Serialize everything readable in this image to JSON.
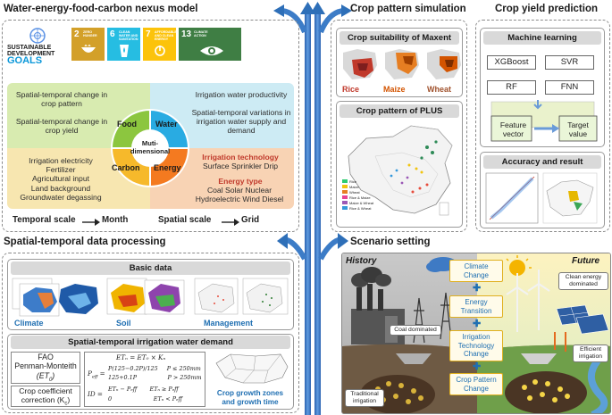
{
  "nexus": {
    "title": "Water-energy-food-carbon nexus model",
    "sdg_logo_line1": "SUSTAINABLE",
    "sdg_logo_line2": "DEVELOPMENT",
    "sdg_logo_line3": "GOALS",
    "sdg_tiles": [
      {
        "num": "2",
        "label": "ZERO HUNGER",
        "color": "#D3A029"
      },
      {
        "num": "6",
        "label": "CLEAN WATER AND SANITATION",
        "color": "#26BDE2"
      },
      {
        "num": "7",
        "label": "AFFORDABLE AND CLEAN ENERGY",
        "color": "#FCC30B"
      },
      {
        "num": "13",
        "label": "CLIMATE ACTION",
        "color": "#3F7E44"
      }
    ],
    "food_text_1": "Spatial-temporal change in crop pattern",
    "food_text_2": "Spatial-temporal change in crop yield",
    "water_text_1": "Irrigation water productivity",
    "water_text_2": "Spatial-temporal variations in irrigation water supply and demand",
    "carbon_text": "Irrigation electricity\nFertilizer\nAgricultural input\nLand background\nGroundwater degassing",
    "energy_head_1": "Irrigation technology",
    "energy_text_1": "Surface Sprinkler Drip",
    "energy_head_2": "Energy type",
    "energy_text_2": "Coal Solar Nuclear\nHydroelectric Wind Diesel",
    "circle_food": "Food",
    "circle_water": "Water",
    "circle_carbon": "Carbon",
    "circle_energy": "Energy",
    "circle_center": "Muti-\ndimensional",
    "temporal_scale": "Temporal scale",
    "month": "Month",
    "spatial_scale": "Spatial scale",
    "grid": "Grid"
  },
  "crop_sim": {
    "title": "Crop pattern simulation",
    "maxent_header": "Crop suitability of Maxent",
    "crops": [
      "Rice",
      "Maize",
      "Wheat"
    ],
    "plus_header": "Crop pattern of PLUS",
    "legend": [
      "Rice",
      "Maize",
      "Wheat",
      "Rice & Maize",
      "Maize & Wheat",
      "Rice & Wheat"
    ]
  },
  "yield": {
    "title": "Crop yield prediction",
    "ml_header": "Machine learning",
    "models": [
      "XGBoost",
      "SVR",
      "RF",
      "FNN"
    ],
    "feature": "Feature\nvector",
    "target": "Target\nvalue",
    "accuracy_header": "Accuracy and result"
  },
  "processing": {
    "title": "Spatial-temporal data processing",
    "basic_header": "Basic data",
    "climate": "Climate",
    "soil": "Soil",
    "management": "Management",
    "demand_header": "Spatial-temporal irrigation water demand",
    "fao": "FAO\nPenman-Monteith",
    "et0": "(ET",
    "et0_sub": "0",
    "et0_close": ")",
    "kc_label": "Crop coefficient\ncorrection (K",
    "kc_sub": "c",
    "kc_close": ")",
    "eq_etc": "ETₙ = ET₀ × Kₙ",
    "eq_peff_1": "P(125−0.2P)/125     P ≤ 250mm",
    "eq_peff_2": "125+0.1P                 P > 250mm",
    "eq_id_1": "ETₙ − Pₑff       ETₙ ≥ Pₑff",
    "eq_id_2": "0                       ETₙ < Pₑff",
    "zones": "Crop growth zones\nand growth time"
  },
  "scenario": {
    "title": "Scenario setting",
    "history": "History",
    "future": "Future",
    "drivers": [
      "Climate Change",
      "Energy Transition",
      "Irrigation Technology Change",
      "Crop Pattern Change"
    ],
    "coal": "Coal dominated",
    "clean": "Clean energy dominated",
    "traditional": "Traditional irrigation",
    "efficient": "Efficient irrigation"
  },
  "colors": {
    "food": "#d8ebb0",
    "water": "#cdebf4",
    "carbon": "#f7e6b0",
    "energy": "#f8d3b4",
    "arrow_blue": "#2e6fb8",
    "formula_blue": "#1f6fb2"
  }
}
